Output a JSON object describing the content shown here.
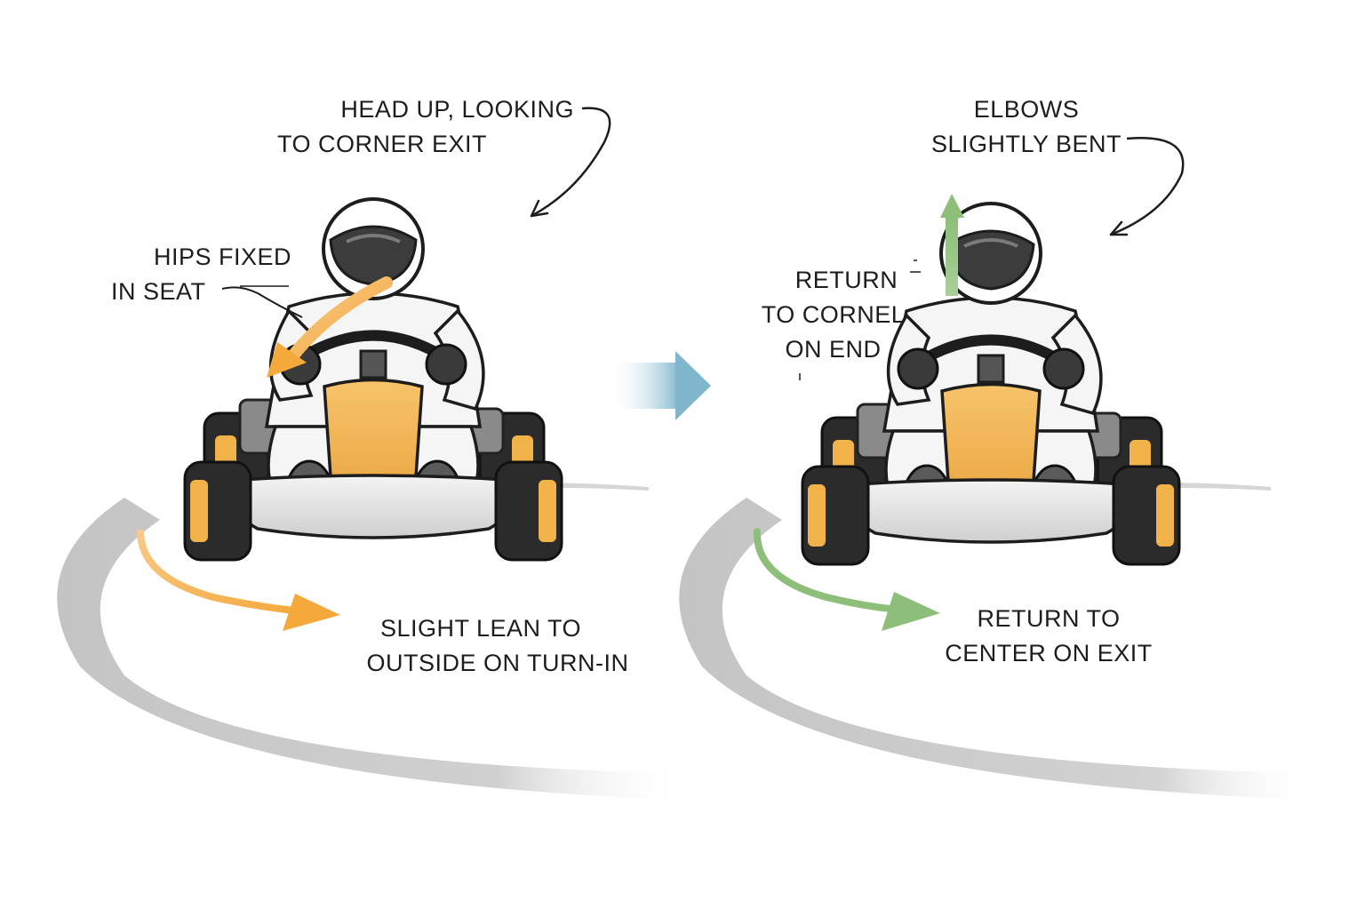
{
  "left_panel": {
    "head_label": [
      "HEAD UP, LOOKING",
      "TO CORNER EXIT"
    ],
    "hips_label": [
      "HIPS FIXED",
      "IN SEAT"
    ],
    "lean_label": [
      "SLIGHT LEAN TO",
      "OUTSIDE ON TURN-IN"
    ]
  },
  "right_panel": {
    "elbows_label": [
      "ELBOWS",
      "SLIGHTLY BENT"
    ],
    "return_corner_label": [
      "RETURN",
      "TO CORNEL",
      "ON END"
    ],
    "return_center_label": [
      "RETURN TO",
      "CENTER ON EXIT"
    ]
  },
  "colors": {
    "kart_yellow": "#F2B24A",
    "lean_arrow": "#F5A93B",
    "exit_arrow": "#8DBF7B",
    "transition_arrow": "#7FB6CC",
    "track": "#C9C9C9",
    "helmet": "#FFFFFF",
    "visor": "#3C3C3C",
    "ink": "#1D1D1D"
  },
  "icons": [
    "helmet-icon",
    "steering-wheel-icon",
    "curved-arrow-icon",
    "transition-arrow-icon",
    "up-arrow-icon"
  ]
}
